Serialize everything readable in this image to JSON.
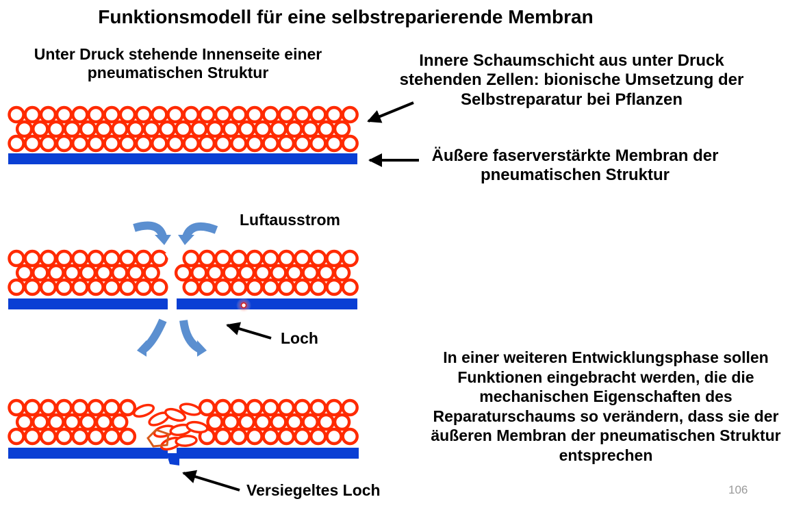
{
  "slide": {
    "title": "Funktionsmodell für eine selbstreparierende Membran",
    "page_number": "106"
  },
  "labels": {
    "inner_side": "Unter Druck stehende Innenseite einer pneumatischen Struktur",
    "foam_layer": "Innere Schaumschicht aus unter Druck stehenden Zellen: bionische Umsetzung der Selbstreparatur bei Pflanzen",
    "outer_membrane": "Äußere faserverstärkte Membran der pneumatischen Struktur",
    "air_outflow": "Luftausstrom",
    "hole": "Loch",
    "sealed_hole": "Versiegeltes Loch"
  },
  "development_text": "In einer weiteren Entwicklungsphase sollen Funktionen eingebracht werden, die die mechanischen Eigenschaften des Reparaturschaums so verändern, dass sie der äußeren Membran der pneumatischen Struktur entsprechen",
  "colors": {
    "foam_cell_fill": "#ff2a00",
    "foam_cell_inner": "#ffffff",
    "membrane": "#0a3fd4",
    "air_arrow": "#5b8fd0",
    "sealant": "#d85a1a"
  },
  "icons": {
    "air_flow": "curved-arrow-icon",
    "pointer": "arrow-left-icon"
  }
}
